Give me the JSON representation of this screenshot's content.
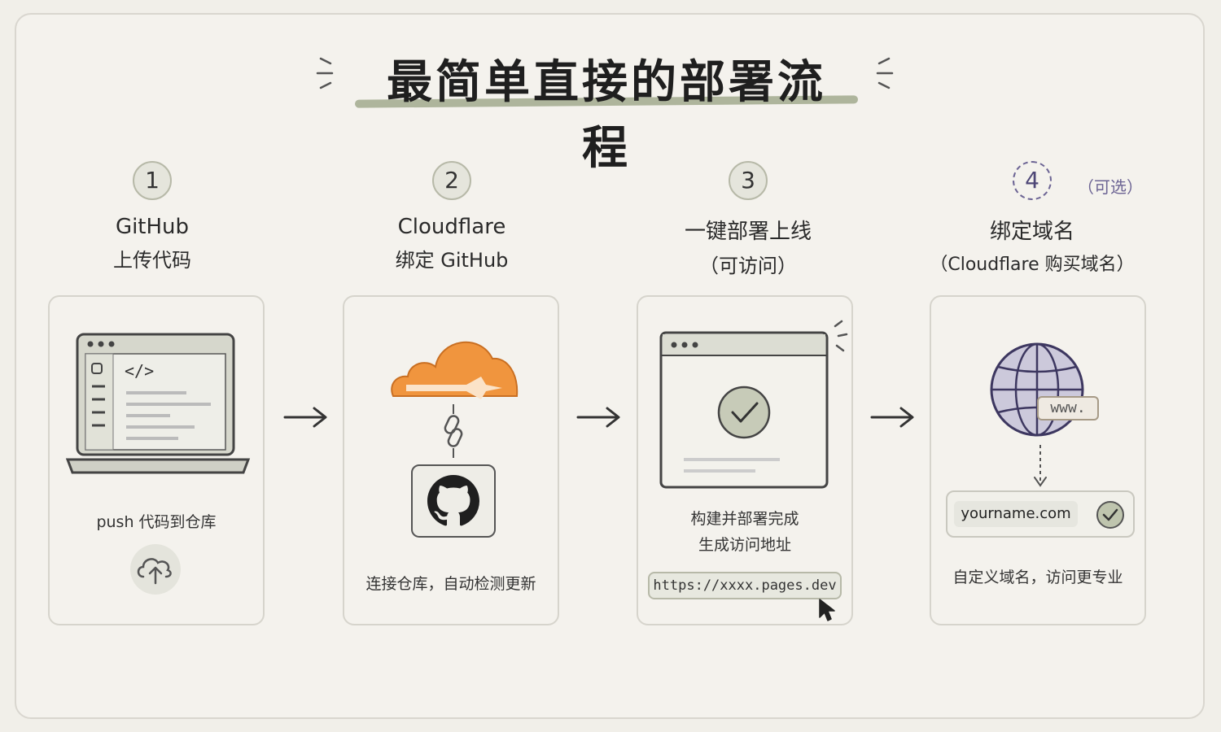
{
  "title": "最简单直接的部署流程",
  "steps": [
    {
      "number": "1",
      "label_line1": "GitHub",
      "label_line2": "上传代码",
      "caption": "push 代码到仓库"
    },
    {
      "number": "2",
      "label_line1": "Cloudflare",
      "label_line2": "绑定 GitHub",
      "caption": "连接仓库，自动检测更新"
    },
    {
      "number": "3",
      "label_line1": "一键部署上线",
      "label_line2": "（可访问）",
      "caption_line1": "构建并部署完成",
      "caption_line2": "生成访问地址",
      "url": "https://xxxx.pages.dev"
    },
    {
      "number": "4",
      "optional_tag": "（可选）",
      "label_line1": "绑定域名",
      "label_line2": "（Cloudflare 购买域名）",
      "www_label": "www.",
      "domain": "yourname.com",
      "caption": "自定义域名，访问更专业"
    }
  ],
  "icons": [
    "laptop-code-icon",
    "cloud-upload-icon",
    "cloudflare-cloud-icon",
    "link-icon",
    "github-icon",
    "browser-check-icon",
    "cursor-icon",
    "globe-icon",
    "check-icon",
    "arrow-right-icon"
  ],
  "colors": {
    "accent_green": "#aeb59c",
    "cloudflare_orange": "#f0953e",
    "optional_purple": "#6c6494"
  }
}
